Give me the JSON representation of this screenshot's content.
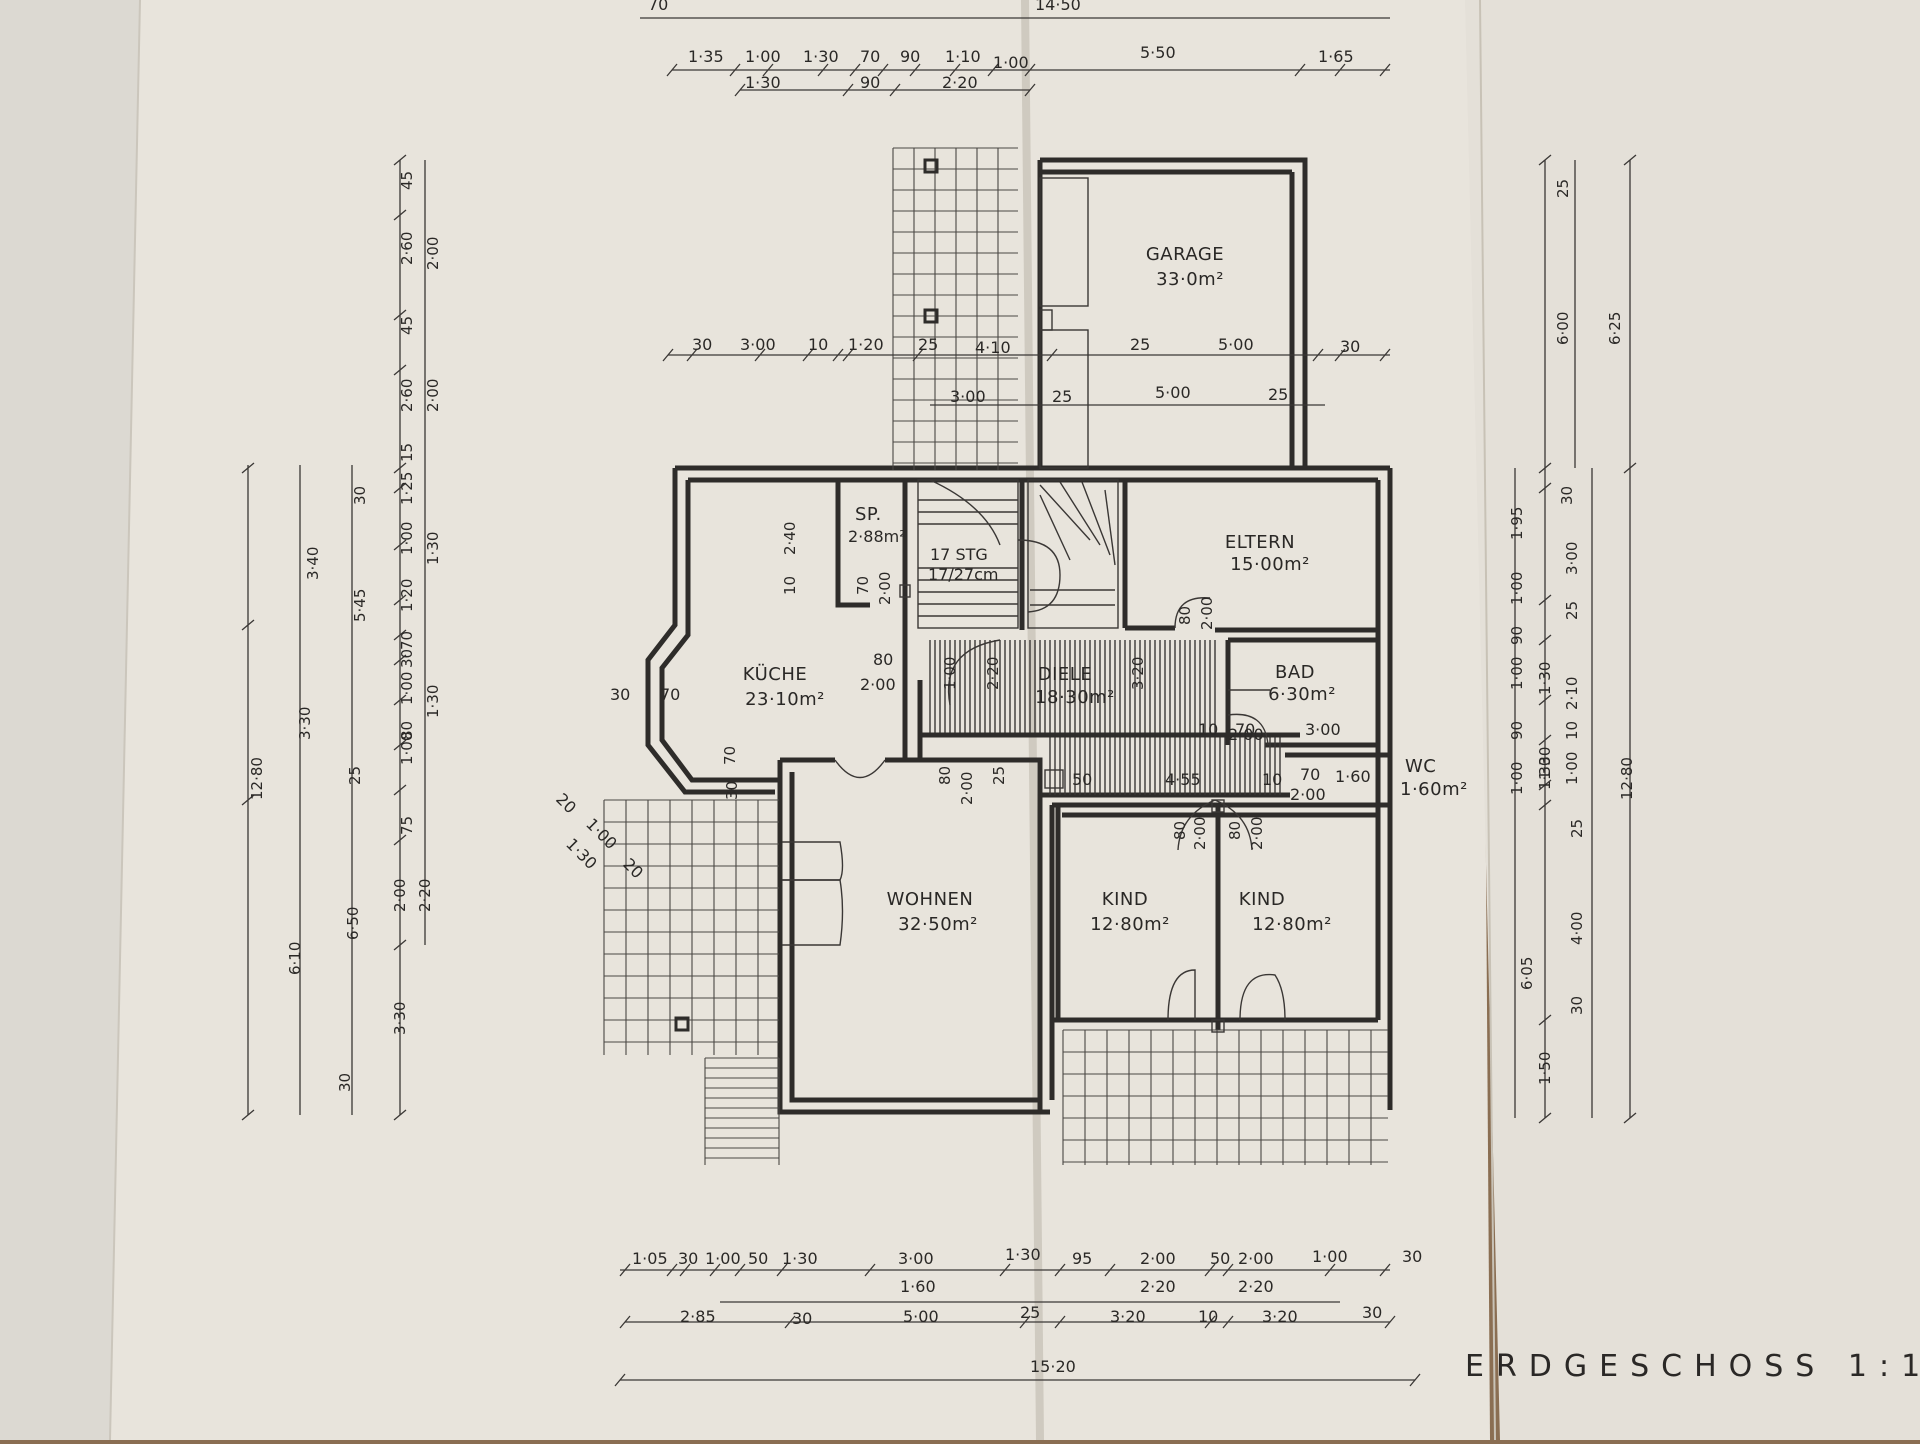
{
  "drawing": {
    "title": "ERDGESCHOSS 1:1",
    "rooms": {
      "garage": {
        "name": "GARAGE",
        "area": "33·0m²"
      },
      "eltern": {
        "name": "ELTERN",
        "area": "15·00m²"
      },
      "sp": {
        "name": "SP.",
        "area": "2·88m²"
      },
      "stair": {
        "name": "17 STG",
        "area": "17/27cm"
      },
      "kueche": {
        "name": "KÜCHE",
        "area": "23·10m²"
      },
      "diele": {
        "name": "DIELE",
        "area": "18·30m²"
      },
      "bad": {
        "name": "BAD",
        "area": "6·30m²"
      },
      "wc": {
        "name": "WC",
        "area": "1·60m²"
      },
      "wohnen": {
        "name": "WOHNEN",
        "area": "32·50m²"
      },
      "kind1": {
        "name": "KIND",
        "area": "12·80m²"
      },
      "kind2": {
        "name": "KIND",
        "area": "12·80m²"
      }
    },
    "top_dims": {
      "overall": "14·50",
      "first": "70",
      "row1": [
        "1·35",
        "1·00",
        "1·30",
        "70",
        "90",
        "1·10",
        "1·00",
        "5·50",
        "1·65"
      ],
      "row2": [
        "1·30",
        "90",
        "2·20"
      ]
    },
    "mid_dims": {
      "row1": [
        "30",
        "3·00",
        "10",
        "1·20",
        "25",
        "4·10",
        "25",
        "5·00",
        "30"
      ],
      "row2": [
        "3·00",
        "25",
        "5·00",
        "25"
      ]
    },
    "bottom_dims": {
      "row1": [
        "1·05",
        "30",
        "1·00",
        "50",
        "1·30",
        "3·00",
        "1·30",
        "95",
        "2·00",
        "50",
        "2·00",
        "1·00",
        "30"
      ],
      "row2": [
        "1·60",
        "2·20",
        "2·20"
      ],
      "row3": [
        "2·85",
        "30",
        "5·00",
        "25",
        "3·20",
        "10",
        "3·20",
        "30"
      ],
      "overall": "15·20"
    },
    "left_dims": {
      "col_a": [
        "45",
        "2·60",
        "45",
        "2·60",
        "15",
        "1·25",
        "1·00",
        "1·20",
        "70",
        "1·00",
        "30",
        "1·00",
        "80",
        "75",
        "2·00",
        "3·30",
        "30"
      ],
      "col_b": [
        "2·00",
        "2·00",
        "1·30",
        "1·30",
        "2·20"
      ],
      "col_c": [
        "30",
        "3·40",
        "5·45",
        "3·30",
        "25",
        "6·50",
        "6·10"
      ],
      "overall": "12·80"
    },
    "right_dims": {
      "col_a": [
        "25",
        "30",
        "3·00",
        "25",
        "1·30",
        "2·10",
        "10",
        "1·00",
        "25",
        "4·00",
        "30"
      ],
      "col_b": [
        "6·00",
        "6·25"
      ],
      "col_c": [
        "1·95",
        "1·00",
        "90",
        "1·00",
        "90",
        "1·00",
        "1·30",
        "1·30",
        "6·05",
        "1·50"
      ],
      "overall": "12·80"
    },
    "interior": {
      "k_240": "2·40",
      "k_10": "10",
      "k_30": "30",
      "k_70": "70",
      "k_70b": "70",
      "k_30b": "30",
      "d_80": "80",
      "d_200": "2·00",
      "d_100": "1·00",
      "d_220": "2·20",
      "d_320": "3·20",
      "d_455": "4·55",
      "d_50": "50",
      "d_25": "25",
      "d_10": "10",
      "b_70": "70",
      "b_200": "2·00",
      "b_300": "3·00",
      "b_10": "10",
      "w_70": "70",
      "w_200": "2·00",
      "w_160": "1·60",
      "w_10": "10",
      "sp_70": "70",
      "sp_200": "2·00",
      "e_80": "80",
      "e_200": "2·00",
      "kd_80": "80",
      "kd_200": "2·00",
      "kd_80b": "80",
      "kd_200b": "2·00",
      "wo_80": "80",
      "wo_200": "2·00",
      "t_20": "20",
      "t_100": "1·00",
      "t_130": "1·30",
      "t_20b": "20"
    }
  }
}
